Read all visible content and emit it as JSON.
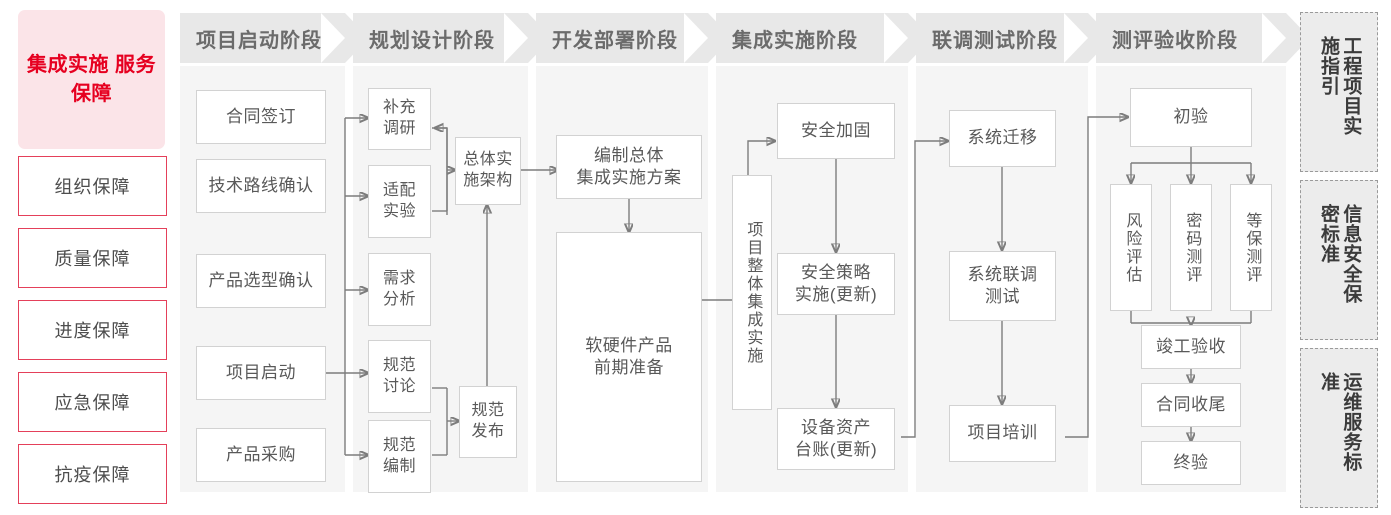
{
  "hero": {
    "label": "集成实施\n服务保障"
  },
  "guarantees": [
    {
      "label": "组织保障"
    },
    {
      "label": "质量保障"
    },
    {
      "label": "进度保障"
    },
    {
      "label": "应急保障"
    },
    {
      "label": "抗疫保障"
    }
  ],
  "stages": [
    {
      "id": "stage-1",
      "title": "项目启动阶段"
    },
    {
      "id": "stage-2",
      "title": "规划设计阶段"
    },
    {
      "id": "stage-3",
      "title": "开发部署阶段"
    },
    {
      "id": "stage-4",
      "title": "集成实施阶段"
    },
    {
      "id": "stage-5",
      "title": "联调测试阶段"
    },
    {
      "id": "stage-6",
      "title": "测评验收阶段"
    }
  ],
  "nodes": {
    "s1": [
      {
        "label": "合同签订"
      },
      {
        "label": "技术路线确认"
      },
      {
        "label": "产品选型确认"
      },
      {
        "label": "项目启动"
      },
      {
        "label": "产品采购"
      }
    ],
    "s2": [
      {
        "label": "补充\n调研"
      },
      {
        "label": "适配\n实验"
      },
      {
        "label": "需求\n分析"
      },
      {
        "label": "规范\n讨论"
      },
      {
        "label": "规范\n编制"
      },
      {
        "label": "总体实\n施架构"
      },
      {
        "label": "规范\n发布"
      }
    ],
    "s3": [
      {
        "label": "编制总体\n集成实施方案"
      },
      {
        "label": "软硬件产品\n前期准备"
      }
    ],
    "s4": [
      {
        "label": "项目整体集成实施"
      },
      {
        "label": "安全加固"
      },
      {
        "label": "安全策略\n实施(更新)"
      },
      {
        "label": "设备资产\n台账(更新)"
      }
    ],
    "s5": [
      {
        "label": "系统迁移"
      },
      {
        "label": "系统联调\n测试"
      },
      {
        "label": "项目培训"
      }
    ],
    "s6": [
      {
        "label": "初验"
      },
      {
        "label": "风险评估"
      },
      {
        "label": "密码测评"
      },
      {
        "label": "等保测评"
      },
      {
        "label": "竣工验收"
      },
      {
        "label": "合同收尾"
      },
      {
        "label": "终验"
      }
    ]
  },
  "standards": [
    {
      "label": "工程项目实施指引"
    },
    {
      "label": "信息安全保密标准"
    },
    {
      "label": "运维服务标准"
    }
  ],
  "colors": {
    "accent_red": "#e60020",
    "accent_border": "#e4405a",
    "hero_bg": "#fbe4e8",
    "stage_head_bg": "#e8e8e8",
    "stage_body_bg": "#f5f5f5",
    "node_border": "#d2d2d2",
    "wire": "#7d7d7d",
    "text_gray": "#595959"
  }
}
